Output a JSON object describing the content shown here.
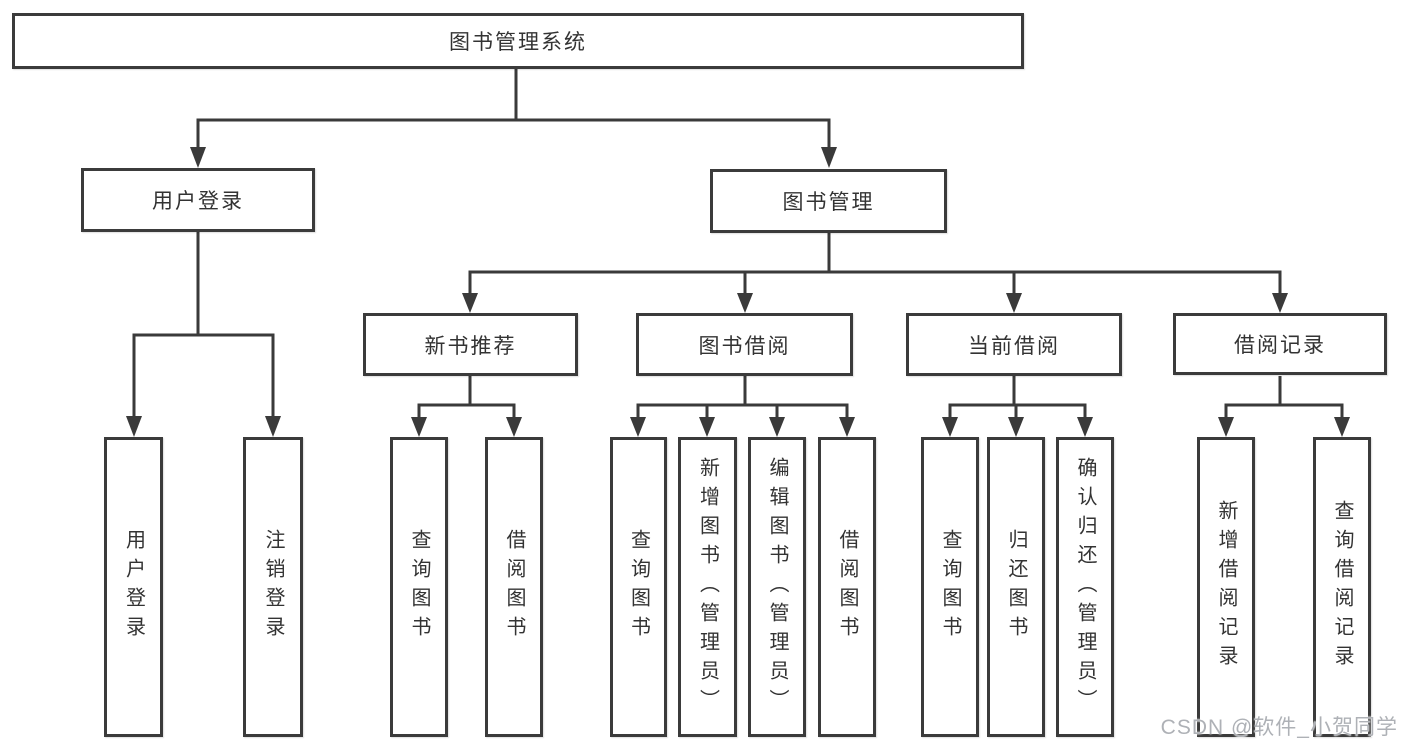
{
  "diagram": {
    "root": {
      "label": "图书管理系统"
    },
    "branches": [
      {
        "label": "用户登录",
        "children": [
          {
            "label": "用户登录"
          },
          {
            "label": "注销登录"
          }
        ]
      },
      {
        "label": "图书管理",
        "children": [
          {
            "label": "新书推荐",
            "children": [
              {
                "label": "查询图书"
              },
              {
                "label": "借阅图书"
              }
            ]
          },
          {
            "label": "图书借阅",
            "children": [
              {
                "label": "查询图书"
              },
              {
                "label": "新增图书（管理员）"
              },
              {
                "label": "编辑图书（管理员）"
              },
              {
                "label": "借阅图书"
              }
            ]
          },
          {
            "label": "当前借阅",
            "children": [
              {
                "label": "查询图书"
              },
              {
                "label": "归还图书"
              },
              {
                "label": "确认归还（管理员）"
              }
            ]
          },
          {
            "label": "借阅记录",
            "children": [
              {
                "label": "新增借阅记录"
              },
              {
                "label": "查询借阅记录"
              }
            ]
          }
        ]
      }
    ]
  },
  "watermark": {
    "text": "CSDN @软件_小贺同学"
  },
  "colors": {
    "line": "#3a3a3a",
    "box_border": "#3b3b3b",
    "text": "#333333",
    "background": "#ffffff",
    "watermark": "#aeb1b6"
  }
}
